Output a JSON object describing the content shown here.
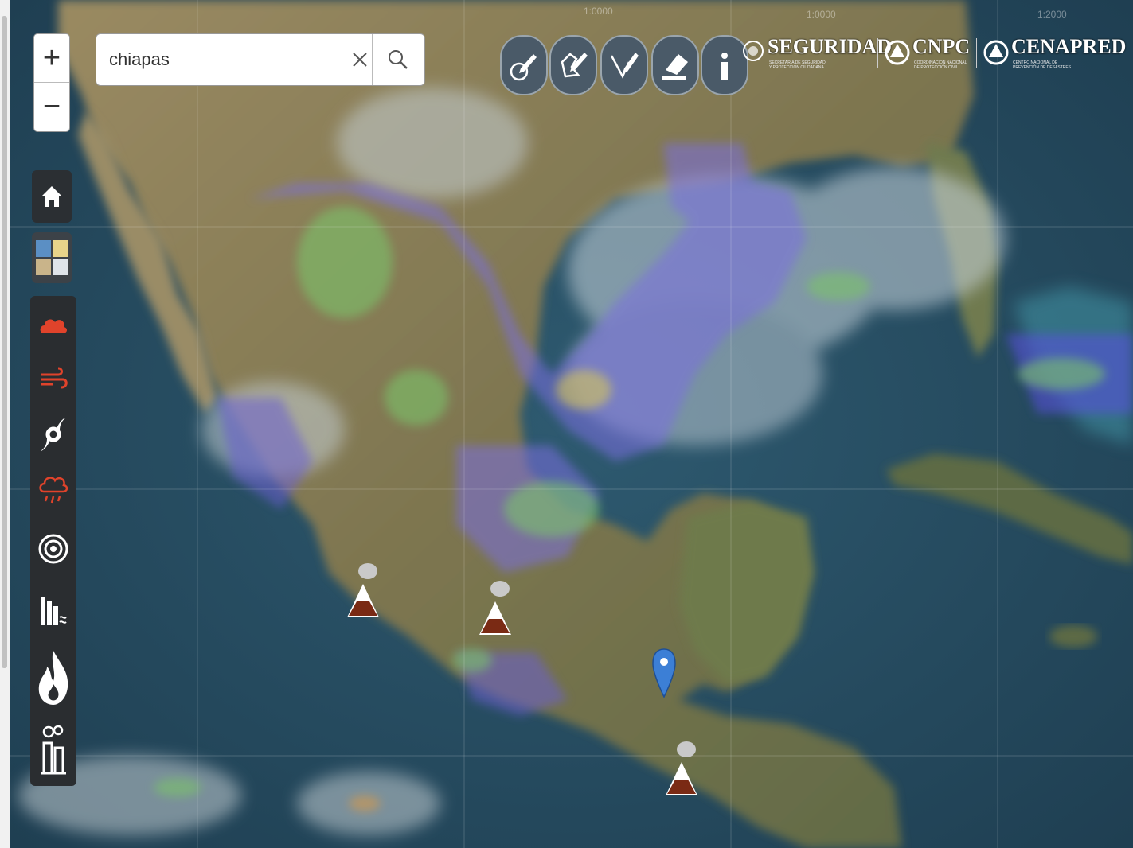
{
  "search": {
    "value": "chiapas",
    "placeholder": ""
  },
  "zoom": {
    "in_symbol": "+",
    "out_symbol": "−"
  },
  "logos": {
    "seguridad": "SEGURIDAD",
    "seguridad_sub_1": "SECRETARÍA DE SEGURIDAD",
    "seguridad_sub_2": "Y PROTECCIÓN CIUDADANA",
    "cnpc": "CNPC",
    "cnpc_sub_1": "COORDINACIÓN NACIONAL",
    "cnpc_sub_2": "DE PROTECCIÓN CIVIL",
    "cenapred": "CENAPRED",
    "cenapred_sub_1": "CENTRO NACIONAL DE",
    "cenapred_sub_2": "PREVENCIÓN DE DESASTRES"
  },
  "grid_labels": [
    "1:0000",
    "1:0000",
    "1:2000"
  ],
  "draw_tools": [
    "draw-point-icon",
    "draw-polygon-icon",
    "draw-line-icon",
    "eraser-icon",
    "info-icon"
  ],
  "layer_tools": [
    "cloud-icon",
    "wind-icon",
    "hurricane-icon",
    "rain-icon",
    "seismic-icon",
    "tsunami-icon",
    "fire-icon",
    "industry-icon"
  ],
  "colors": {
    "ocean": "#264a5e",
    "land": "#8a7b5a",
    "precip_purple": "#7a6ee0",
    "precip_green": "#7cc36a",
    "toolbar_dark": "#2a2d30",
    "alert_red": "#e0432b",
    "marker_blue": "#3c7fd6",
    "volcano_brown": "#7a2a14"
  },
  "map_markers": [
    "volcano-marker",
    "volcano-marker",
    "volcano-marker",
    "location-pin"
  ]
}
